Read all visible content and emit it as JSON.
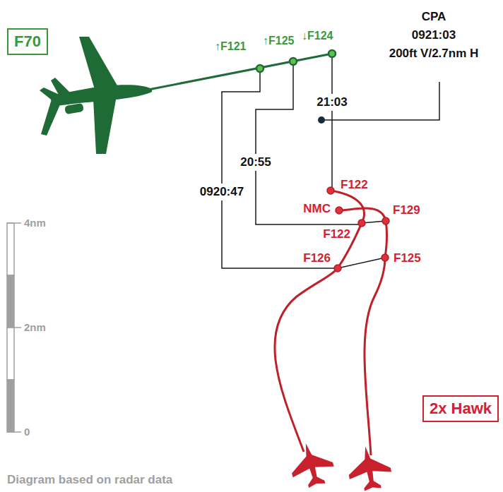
{
  "diagram": {
    "nodes": [
      {
        "text": [
          "F70"
        ]
      },
      {
        "text": [
          "2x Hawk"
        ]
      }
    ],
    "labels": [
      "↑F121",
      "↑F125",
      "↓F124",
      "CPA",
      "0921:03",
      "200ft V/2.7nm H",
      "21:03",
      "20:55",
      "0920:47",
      "F122",
      "NMC",
      "F129",
      "F122",
      "F126",
      "F125",
      "4nm",
      "2nm",
      "0",
      "Diagram based on radar data"
    ]
  }
}
